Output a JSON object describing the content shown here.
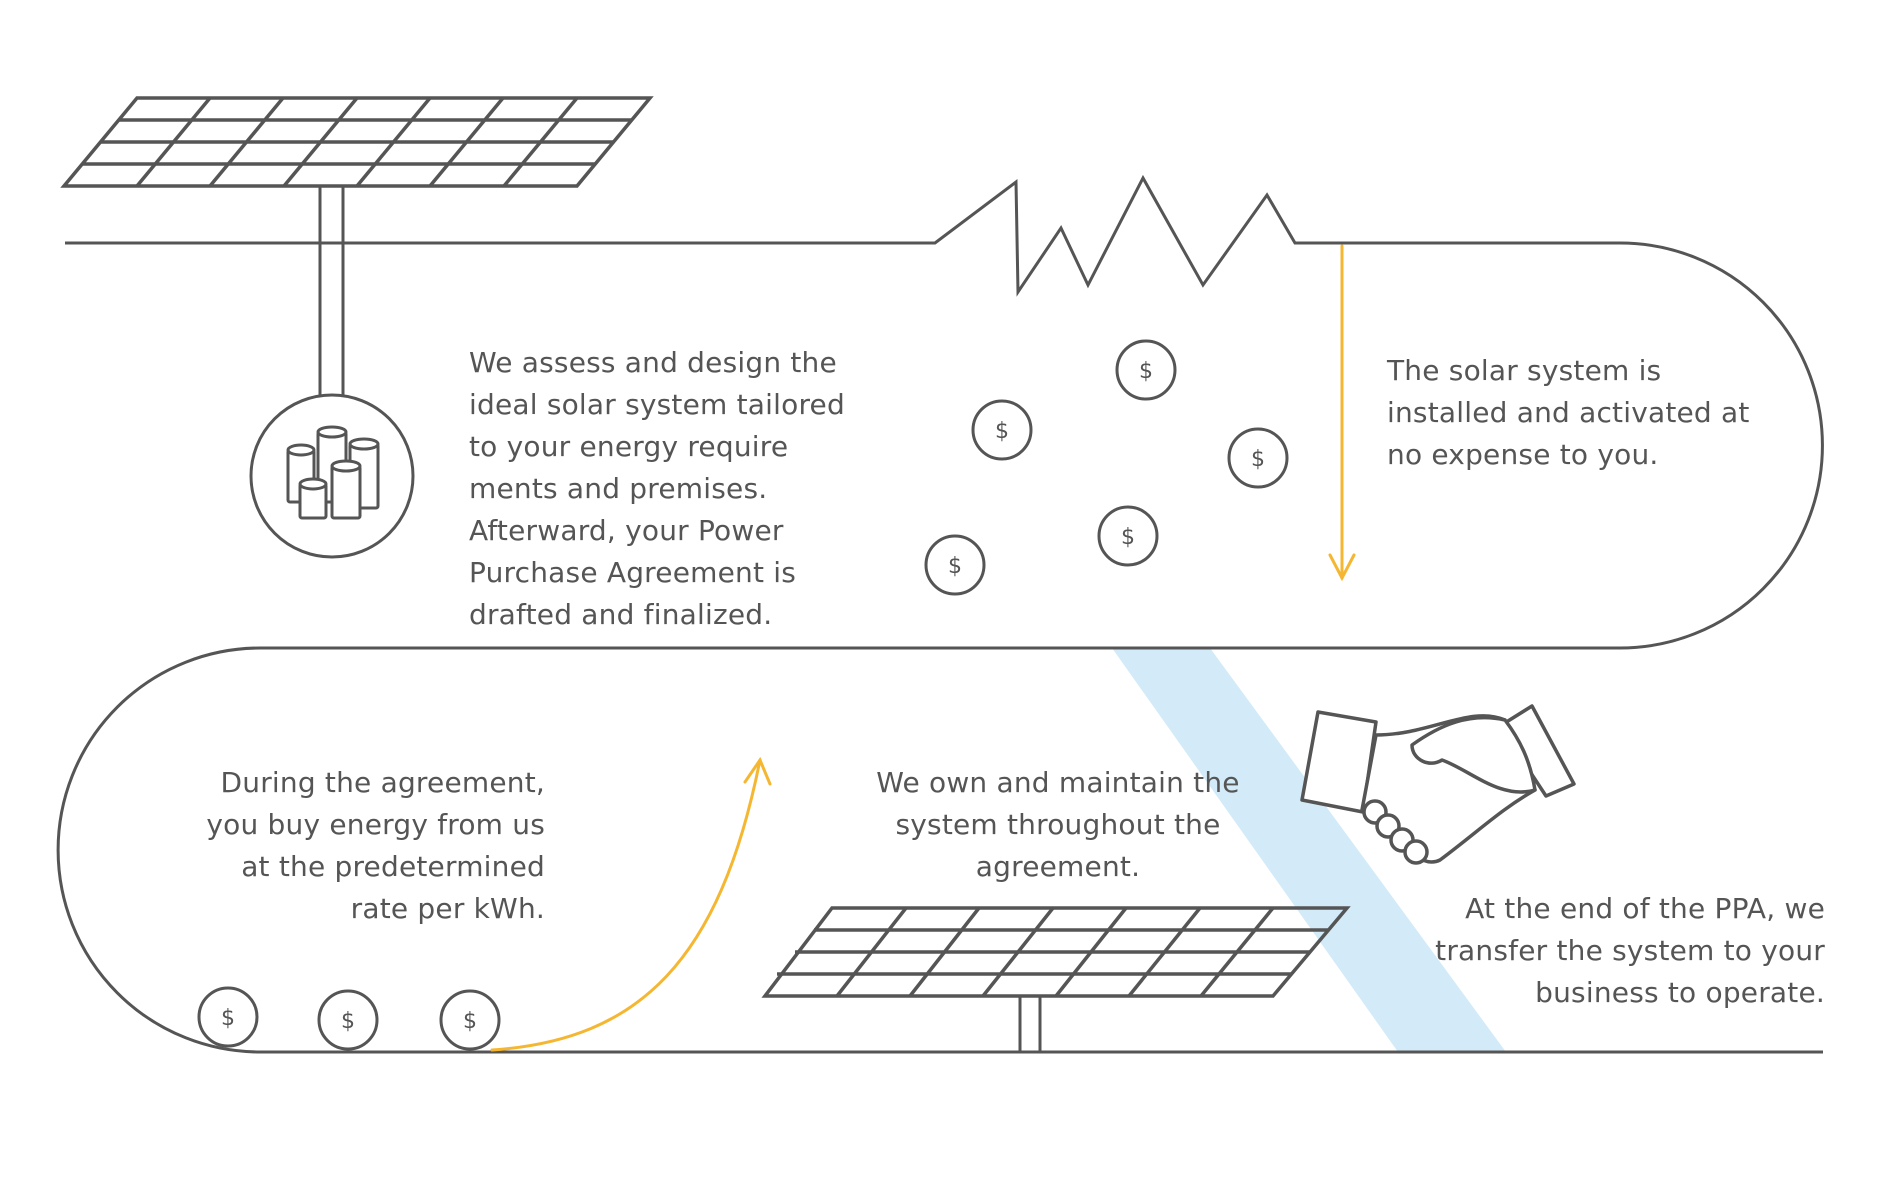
{
  "steps": {
    "assess": {
      "lines": [
        "We assess and design the",
        "ideal solar system tailored",
        "to your energy require",
        "ments and premises.",
        "Afterward, your Power",
        "Purchase Agreement is",
        "drafted and finalized."
      ]
    },
    "install": {
      "lines": [
        "The solar system is",
        "installed and activated at",
        "no expense to you."
      ]
    },
    "buy": {
      "lines": [
        "During the agreement,",
        "you buy energy from us",
        "at the predetermined",
        "rate per kWh."
      ]
    },
    "own": {
      "lines": [
        "We own and maintain the",
        "system throughout the",
        "agreement."
      ]
    },
    "transfer": {
      "lines": [
        "At the end of the PPA, we",
        "transfer the system to your",
        "business to operate."
      ]
    }
  },
  "coin_symbol": "$",
  "colors": {
    "line": "#555555",
    "accent": "#f5b731",
    "light_beam": "#d3ebf8",
    "text": "#555555"
  },
  "icons": {
    "top_panel": "solar-panel-icon",
    "bottom_panel": "solar-panel-icon",
    "assessment": "cylinder-cluster-icon",
    "resistor": "resistor-zigzag-icon",
    "handshake": "handshake-icon",
    "coin": "dollar-coin-icon",
    "arrow": "arrow-icon"
  }
}
